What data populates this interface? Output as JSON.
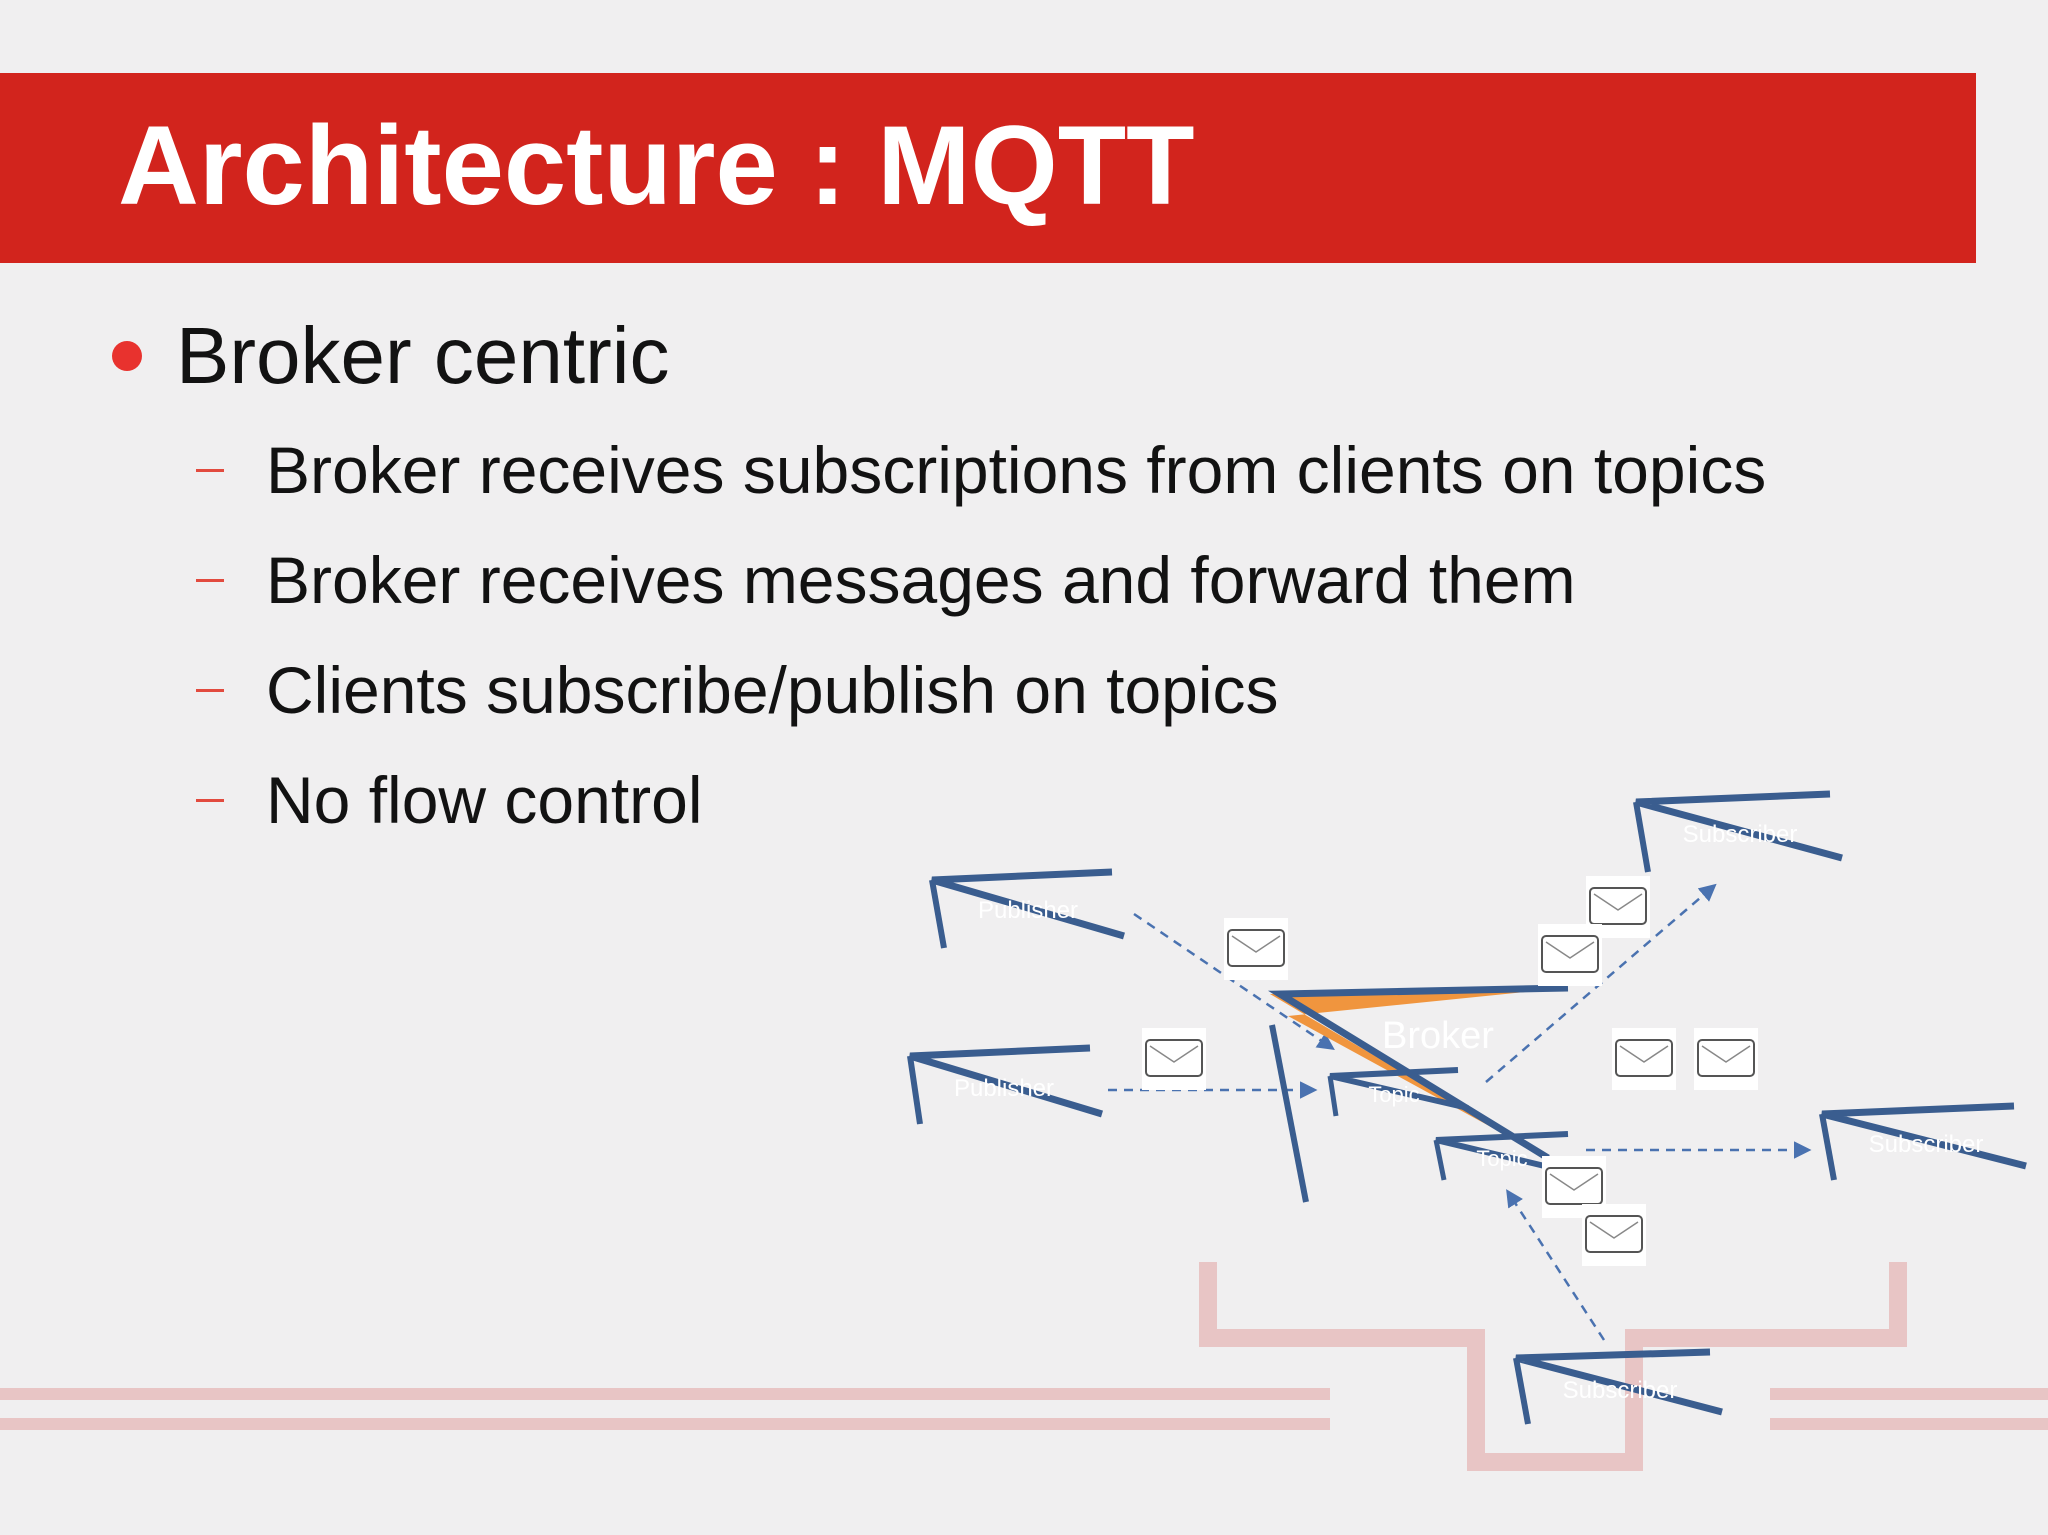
{
  "slide": {
    "title": "Architecture : MQTT",
    "bullet": "Broker centric",
    "sub_bullets": [
      "Broker receives subscriptions from clients on topics",
      "Broker receives messages and forward them",
      "Clients subscribe/publish on topics",
      "No flow control"
    ]
  },
  "diagram": {
    "publishers": [
      "Publisher",
      "Publisher"
    ],
    "broker": "Broker",
    "topics": [
      "Topic",
      "Topic"
    ],
    "subscribers": [
      "Subscriber",
      "Subscriber",
      "Subscriber"
    ]
  },
  "colors": {
    "title_bar": "#d2241d",
    "bullet": "#e8322e",
    "node_stroke": "#3a5d8f",
    "broker_fill": "#f0953e",
    "arrow": "#4a72b0",
    "decoration": "#e8c5c5"
  }
}
